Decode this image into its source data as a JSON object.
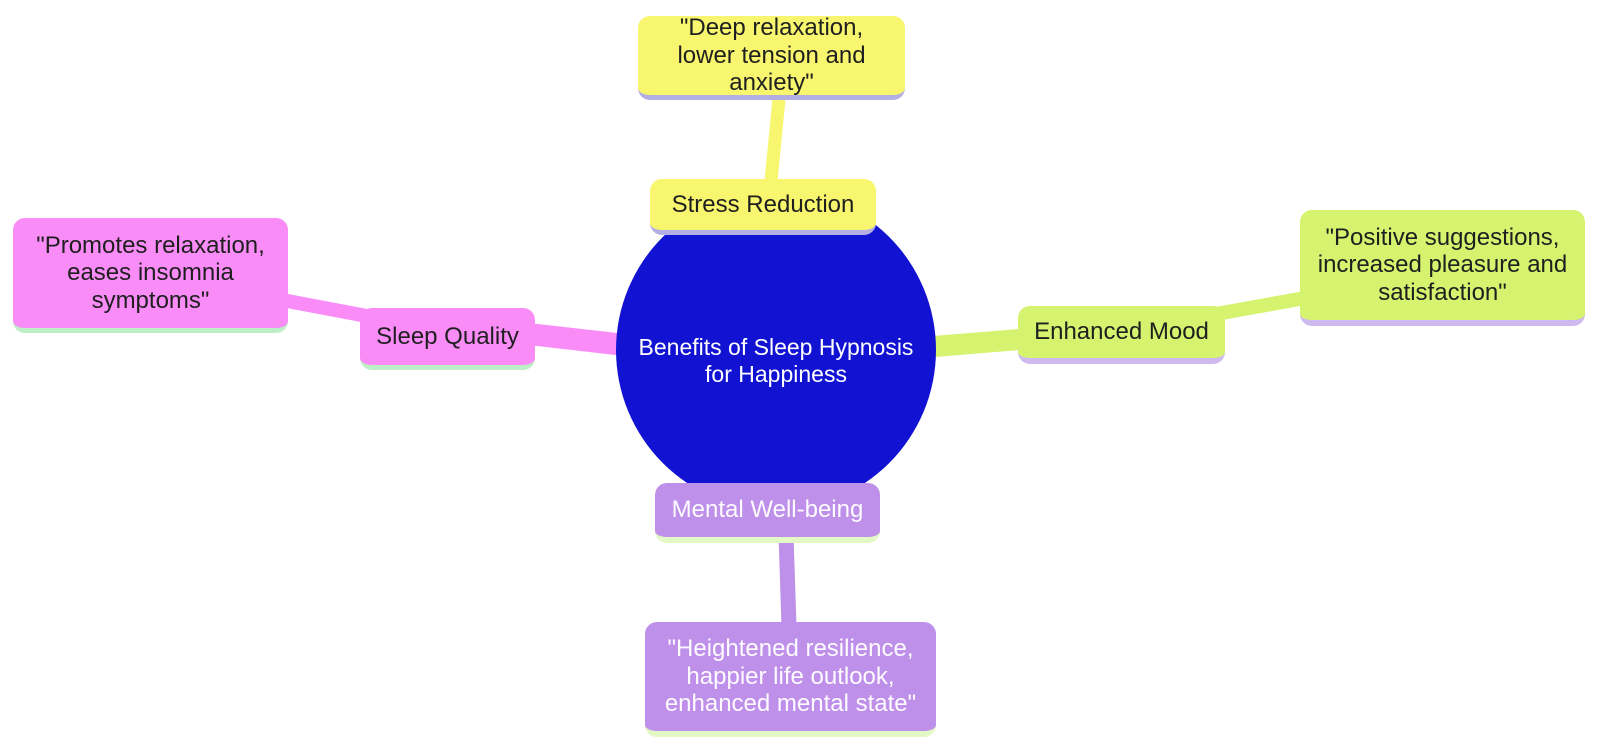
{
  "mindmap": {
    "root": {
      "label": "Benefits of Sleep Hypnosis for Happiness",
      "fill": "#1212D3",
      "text_color": "#FFFFFF",
      "shape": "circle"
    },
    "branches": [
      {
        "id": "stress-reduction",
        "position": "top",
        "topic": "Stress Reduction",
        "quote": "\"Deep relaxation, lower tension and anxiety\"",
        "fill": "#F7F66E",
        "underline_color": "#B3AEE4",
        "text_color": "#1F1F1F"
      },
      {
        "id": "enhanced-mood",
        "position": "right",
        "topic": "Enhanced Mood",
        "quote": "\"Positive suggestions, increased pleasure and satisfaction\"",
        "fill": "#D5F36F",
        "underline_color": "#CFBAEF",
        "text_color": "#1F1F1F"
      },
      {
        "id": "sleep-quality",
        "position": "left",
        "topic": "Sleep Quality",
        "quote": "\"Promotes relaxation, eases insomnia symptoms\"",
        "fill": "#FA8CF8",
        "underline_color": "#BCEFC6",
        "text_color": "#1F1F1F"
      },
      {
        "id": "mental-well-being",
        "position": "bottom",
        "topic": "Mental Well-being",
        "quote": "\"Heightened resilience, happier life outlook, enhanced mental state\"",
        "fill": "#BE90E9",
        "underline_color": "#E3F8C4",
        "text_color": "#FFFFFF"
      }
    ]
  }
}
